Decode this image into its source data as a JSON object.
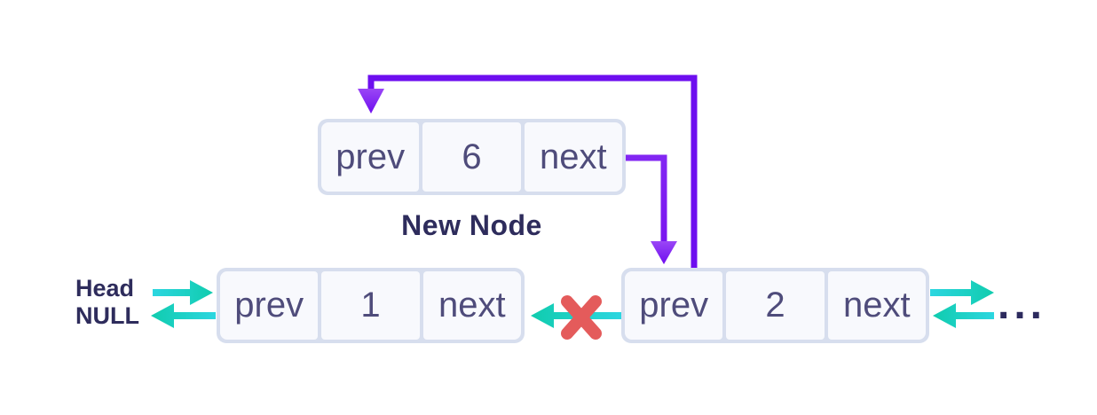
{
  "diagram": {
    "title_label": "New Node",
    "new_node": {
      "cells": [
        "prev",
        "6",
        "next"
      ]
    },
    "node1": {
      "cells": [
        "prev",
        "1",
        "next"
      ]
    },
    "node2": {
      "cells": [
        "prev",
        "2",
        "next"
      ]
    },
    "head_label": "Head",
    "null_label": "NULL",
    "ellipsis": "...",
    "edges": [
      {
        "from": "node2.prev",
        "to": "new_node",
        "color": "purple",
        "status": "new"
      },
      {
        "from": "new_node.next",
        "to": "node2",
        "color": "purple",
        "status": "new"
      },
      {
        "from": "Head",
        "to": "node1",
        "color": "teal",
        "status": "existing"
      },
      {
        "from": "node1.prev",
        "to": "NULL",
        "color": "teal",
        "status": "existing"
      },
      {
        "from": "node2.prev",
        "to": "node1",
        "color": "teal",
        "status": "broken"
      },
      {
        "from": "node2.next",
        "to": "rest-of-list",
        "color": "teal",
        "status": "existing"
      },
      {
        "from": "rest-of-list",
        "to": "node2",
        "color": "teal",
        "status": "existing"
      }
    ],
    "colors": {
      "purple_line": "#6d0eef",
      "purple_line_light": "#8226f2",
      "purple_head_top": "#9a46f6",
      "purple_head_bottom": "#6f0eef",
      "teal_cyan": "#2cd6e0",
      "teal_green": "#10ccae",
      "red_x": "#e45b5b",
      "box_fill": "#f8f9fd",
      "box_border": "#d7deee",
      "cell_text": "#4f4c7b",
      "label_text": "#2e2c5c",
      "background": "#ffffff"
    }
  }
}
